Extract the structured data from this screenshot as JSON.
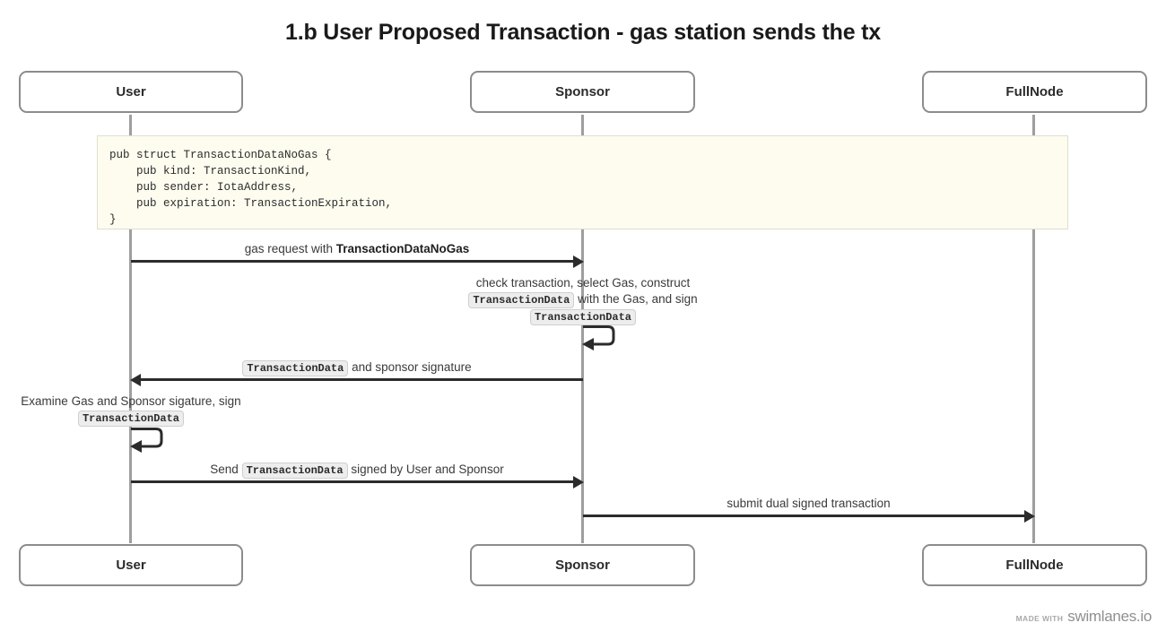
{
  "title": "1.b User Proposed Transaction - gas station sends the tx",
  "participants": [
    {
      "name": "User"
    },
    {
      "name": "Sponsor"
    },
    {
      "name": "FullNode"
    }
  ],
  "note": {
    "code": "pub struct TransactionDataNoGas {\n    pub kind: TransactionKind,\n    pub sender: IotaAddress,\n    pub expiration: TransactionExpiration,\n}"
  },
  "messages": {
    "m1": {
      "text_before": "gas request with ",
      "bold": "TransactionDataNoGas"
    },
    "m2": {
      "line1": "check transaction, select Gas, construct",
      "chip1": "TransactionData",
      "line2_after": " with the Gas, and sign",
      "chip2": "TransactionData"
    },
    "m3": {
      "chip": "TransactionData",
      "text_after": " and sponsor signature"
    },
    "m4": {
      "line1": "Examine Gas and Sponsor sigature, sign",
      "chip": "TransactionData"
    },
    "m5": {
      "text_before": "Send ",
      "chip": "TransactionData",
      "text_after": " signed by User and Sponsor"
    },
    "m6": {
      "text": "submit dual signed transaction"
    }
  },
  "footer": {
    "made_with": "MADE WITH",
    "brand": "swimlanes.io"
  },
  "colors": {
    "lifeline": "#9e9e9e",
    "arrow": "#2b2b2b",
    "note_bg": "#fdfcef",
    "note_border": "#dedfd2",
    "participant_border": "#8c8c8c",
    "chip_bg": "#ededed"
  }
}
